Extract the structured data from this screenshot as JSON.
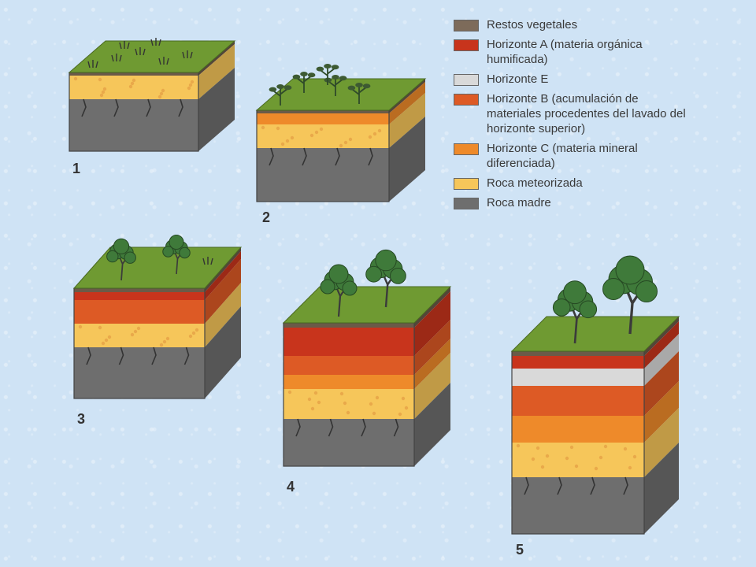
{
  "legend": [
    {
      "label": "Restos vegetales",
      "color": "#7d6b5a"
    },
    {
      "label": "Horizonte A (materia orgánica humificada)",
      "color": "#c8341c"
    },
    {
      "label": "Horizonte E",
      "color": "#d9d9d9"
    },
    {
      "label": "Horizonte B (acumulación de materiales procedentes del lavado del horizonte superior)",
      "color": "#dd5a25"
    },
    {
      "label": "Horizonte C (materia mineral diferenciada)",
      "color": "#ee8a2a"
    },
    {
      "label": "Roca meteorizada",
      "color": "#f6c65a"
    },
    {
      "label": "Roca madre",
      "color": "#6e6e6e"
    }
  ],
  "steps": [
    {
      "label": "1",
      "layers": [
        "litter",
        "weathered",
        "bedrock"
      ],
      "vegetation": "grass"
    },
    {
      "label": "2",
      "layers": [
        "litter",
        "c",
        "weathered",
        "bedrock"
      ],
      "vegetation": "herbs"
    },
    {
      "label": "3",
      "layers": [
        "litter",
        "a",
        "b",
        "weathered",
        "bedrock"
      ],
      "vegetation": "shrubs"
    },
    {
      "label": "4",
      "layers": [
        "litter",
        "a",
        "b",
        "c",
        "weathered",
        "bedrock"
      ],
      "vegetation": "trees"
    },
    {
      "label": "5",
      "layers": [
        "litter",
        "a",
        "e",
        "b",
        "c",
        "weathered",
        "bedrock"
      ],
      "vegetation": "big-trees"
    }
  ],
  "colors": {
    "grass_top": "#6f9a32",
    "litter": "#6b5a48",
    "a": "#c8341c",
    "e": "#d9d9d9",
    "b": "#dd5a25",
    "c": "#ee8a2a",
    "weathered": "#f6c65a",
    "bedrock": "#6e6e6e",
    "foliage": "#3f7a3a",
    "trunk": "#3b3b3b"
  }
}
